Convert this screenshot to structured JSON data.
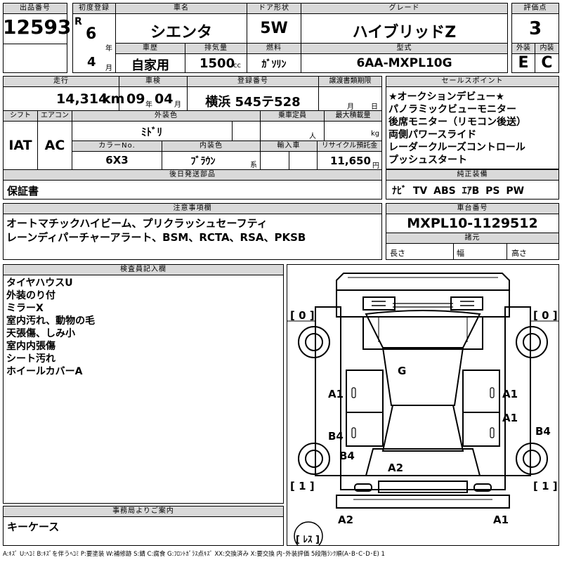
{
  "lot": {
    "label": "出品番号",
    "value": "12593"
  },
  "first_reg": {
    "label": "初度登録",
    "era": "R",
    "year": "6",
    "year_unit": "年",
    "month": "4",
    "month_unit": "月"
  },
  "car_name": {
    "label": "車名",
    "value": "シエンタ"
  },
  "doors": {
    "label": "ドア形状",
    "value": "5W"
  },
  "grade": {
    "label": "グレード",
    "value": "ハイブリッドZ"
  },
  "score": {
    "label": "評価点",
    "value": "3"
  },
  "history": {
    "label": "車歴",
    "value": "自家用"
  },
  "displacement": {
    "label": "排気量",
    "value": "1500",
    "unit": "cc"
  },
  "fuel": {
    "label": "燃料",
    "value": "ｶﾞｿﾘﾝ"
  },
  "model": {
    "label": "型式",
    "value": "6AA-MXPL10G"
  },
  "ext_grade": {
    "label": "外装",
    "value": "E"
  },
  "int_grade": {
    "label": "内装",
    "value": "C"
  },
  "mileage": {
    "label": "走行",
    "value": "14,314",
    "unit": "km"
  },
  "inspection": {
    "label": "車検",
    "year": "09",
    "year_unit": "年",
    "month": "04",
    "month_unit": "月"
  },
  "plate": {
    "label": "登録番号",
    "value": "横浜 545テ528"
  },
  "transfer": {
    "label": "譲渡書類期限",
    "month_unit": "月",
    "day_unit": "日"
  },
  "shift": {
    "label": "シフト",
    "value": "IAT"
  },
  "aircon": {
    "label": "エアコン",
    "value": "AC"
  },
  "ext_color": {
    "label": "外装色",
    "value": "ﾐﾄﾞﾘ"
  },
  "capacity": {
    "label": "乗車定員",
    "unit": "人"
  },
  "max_load": {
    "label": "最大積載量",
    "unit": "kg"
  },
  "color_no": {
    "label": "カラーNo.",
    "value": "6X3"
  },
  "int_color": {
    "label": "内装色",
    "value": "ﾌﾞﾗｳﾝ",
    "suffix": "系"
  },
  "import": {
    "label": "輸入車"
  },
  "recycle": {
    "label": "リサイクル預託金",
    "value": "11,650",
    "unit": "円"
  },
  "later_parts": {
    "label": "後日発送部品",
    "value": "保証書"
  },
  "sales_points": {
    "label": "セールスポイント",
    "lines": [
      "★オークションデビュー★",
      "パノラミックビューモニター",
      "後席モニター（リモコン後送）",
      "両側パワースライド",
      "レーダークルーズコントロール",
      "プッシュスタート"
    ]
  },
  "equipment": {
    "label": "純正装備",
    "value": "ﾅﾋﾞ TV ABS ｴｱB PS PW"
  },
  "notes": {
    "label": "注意事項欄",
    "lines": [
      "オートマチックハイビーム、プリクラッシュセーフティ",
      "レーンディパーチャーアラート、BSM、RCTA、RSA、PKSB"
    ]
  },
  "chassis": {
    "label": "車台番号",
    "value": "MXPL10-1129512"
  },
  "dimensions": {
    "label": "諸元",
    "length": "長さ",
    "width": "幅",
    "height": "高さ"
  },
  "inspector": {
    "label": "検査員記入欄",
    "lines": [
      "タイヤハウスU",
      "外装のり付",
      "ミラーX",
      "室内汚れ、動物の毛",
      "天張傷、しみ小",
      "室内内張傷",
      "シート汚れ",
      "ホイールカバーA"
    ]
  },
  "office": {
    "label": "事務局よりご案内",
    "value": "キーケース"
  },
  "diagram": {
    "tire_fl": "[ 0 ]",
    "tire_fr": "[ 0 ]",
    "tire_rl": "[ 1 ]",
    "tire_rr": "[ 1 ]",
    "spare": "[ ﾚｽ ]",
    "marks": {
      "roof": "G",
      "left_front_door": "A1",
      "right_front_door": "A1",
      "right_rear_door": "A1",
      "left_rear_door": "B4",
      "left_quarter": "B4",
      "right_quarter": "B4",
      "rear_glass": "A2",
      "rear_bumper_left": "A2",
      "rear_bumper_right": "A1"
    }
  },
  "legend": "A:ｷｽﾞ U:ﾍｺﾐ B:ｷｽﾞを伴うﾍｺﾐ P:要塗装 W:補修跡 S:錆 C:腐食 G:ﾌﾛﾝﾄｶﾞﾗｽ点ｷｽﾞ XX:交換済み X:要交換 内･外装評価 5段階ﾗﾝｸ順(A･B･C･D･E) 1"
}
